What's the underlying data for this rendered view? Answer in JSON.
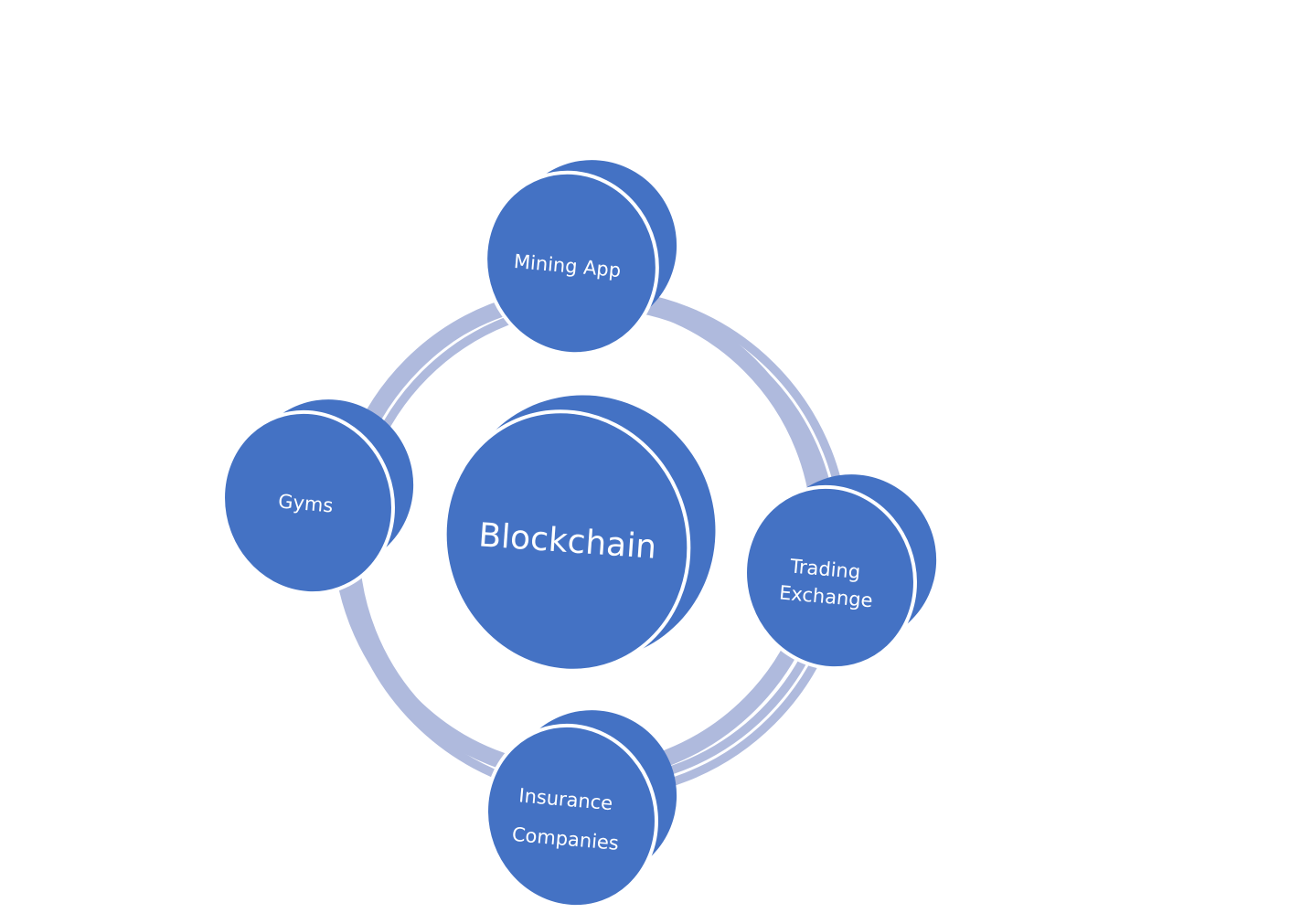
{
  "diagram": {
    "type": "cycle",
    "colors": {
      "disc": "#4472C4",
      "ring": "#AFBADD",
      "outline": "#FFFFFF",
      "text": "#FFFFFF"
    },
    "center": {
      "label": "Blockchain"
    },
    "nodes": [
      {
        "id": "mining-app",
        "lines": [
          "Mining App"
        ]
      },
      {
        "id": "trading-exchange",
        "lines": [
          "Trading",
          "Exchange"
        ]
      },
      {
        "id": "insurance-companies",
        "lines": [
          "Insurance",
          "Companies"
        ]
      },
      {
        "id": "gyms",
        "lines": [
          "Gyms"
        ]
      }
    ]
  }
}
